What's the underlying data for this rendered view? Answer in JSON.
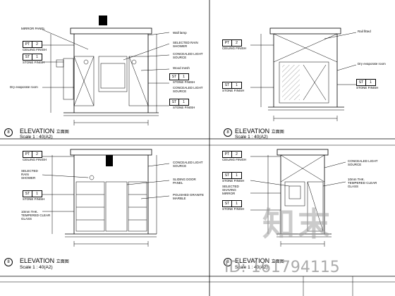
{
  "elevations": [
    {
      "number": "8",
      "title": "ELEVATION",
      "title_cn": "立面图",
      "scale": "Scale 1 : 40(A2)",
      "tags": [
        {
          "code": "PT",
          "num": "2",
          "text": "CEILING FINISH"
        },
        {
          "code": "ST",
          "num": "1",
          "text": "STONE FINISH"
        }
      ],
      "left_notes": [
        "MIRROR PANEL",
        "Dry evaporate room"
      ],
      "right_notes": [
        "Wall lamp",
        "SELECTED RAIN SHOWER",
        "CONCEALED LIGHT SOURCE",
        "Wood mesh",
        "STONE FINISH",
        "CONCEALED LIGHT SOURCE",
        "STONE FINISH"
      ],
      "right_tags": [
        {
          "code": "ST",
          "num": "1"
        },
        {
          "code": "ST",
          "num": "1"
        }
      ]
    },
    {
      "number": "8",
      "title": "ELEVATION",
      "title_cn": "立面图",
      "scale": "Scale 1 : 40(A2)",
      "tags": [
        {
          "code": "PT",
          "num": "2",
          "text": "CEILING FINISH"
        },
        {
          "code": "ST",
          "num": "1",
          "text": "STONE FINISH"
        }
      ],
      "right_notes": [
        "Rail fitted",
        "Dry evaporate room"
      ],
      "right_tags": [
        {
          "code": "ST",
          "num": "1",
          "text": "STONE FINISH"
        }
      ]
    },
    {
      "number": "8",
      "title": "ELEVATION",
      "title_cn": "立面图",
      "scale": "Scale 1 : 40(A2)",
      "tags": [
        {
          "code": "PT",
          "num": "2",
          "text": "CEILING FINISH"
        },
        {
          "code": "ST",
          "num": "1",
          "text": "STONE FINISH"
        }
      ],
      "left_notes": [
        "SELECTED RAIN SHOWER",
        "10mm THK. TEMPERED CLEAR GLASS"
      ],
      "right_notes": [
        "CONCEALED LIGHT SOURCE",
        "SLIDING DOOR PANEL",
        "POLISHED GRANITE MARBLE"
      ]
    },
    {
      "number": "8",
      "title": "ELEVATION",
      "title_cn": "立面图",
      "scale": "Scale 1 : 40(A2)",
      "tags": [
        {
          "code": "PT",
          "num": "2",
          "text": "CEILING FINISH"
        },
        {
          "code": "ST",
          "num": "1",
          "text": "STONE FINISH"
        },
        {
          "code": "ST",
          "num": "1",
          "text": "STONE FINISH"
        }
      ],
      "left_notes": [
        "SELECTED SHAVING MIRROR"
      ],
      "right_notes": [
        "CONCEALED LIGHT SOURCE",
        "10mm THK. TEMPERED CLEAR GLASS"
      ]
    }
  ],
  "watermark": {
    "logo": "知末",
    "id_text": "ID: 161794115"
  }
}
